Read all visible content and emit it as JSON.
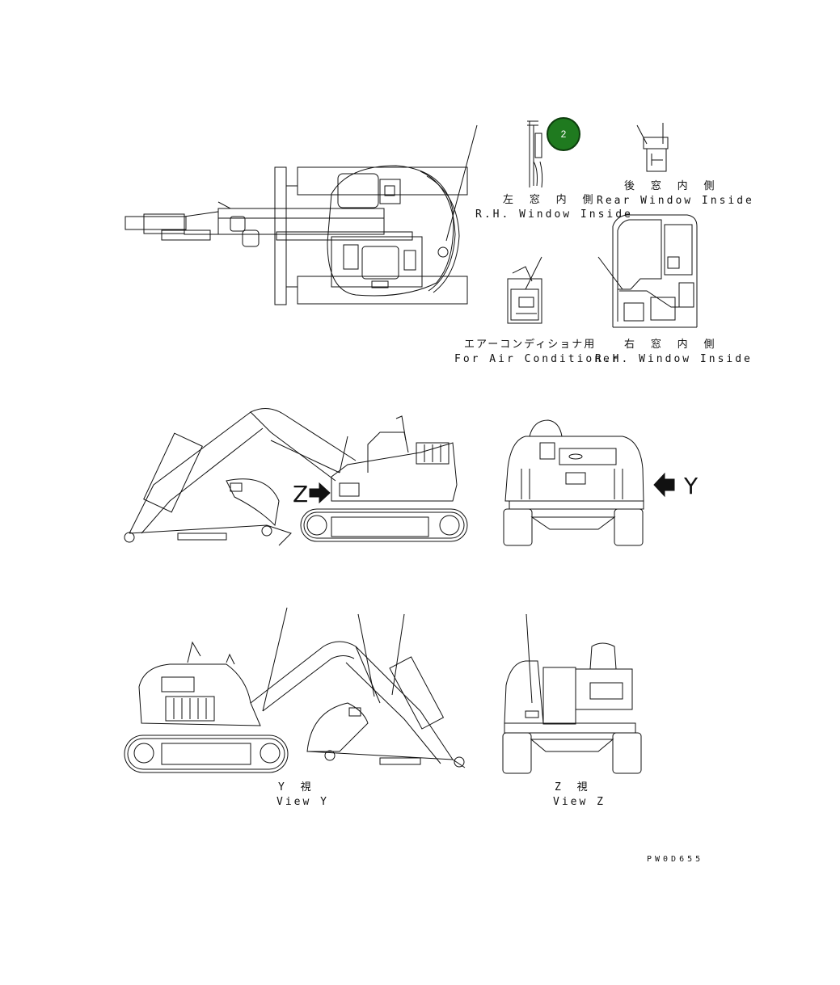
{
  "callout": {
    "number": "2",
    "color": "#1f7a1f"
  },
  "labels": {
    "lh_window_jp": "左 窓 内 側",
    "lh_window_en": "R.H. Window Inside",
    "rear_window_jp": "後 窓 内 側",
    "rear_window_en": "Rear Window Inside",
    "aircon_jp": "エアーコンディショナ用",
    "aircon_en": "For Air Conditioner",
    "rh_window_jp": "右 窓 内 側",
    "rh_window_en": "R.H. Window Inside",
    "view_y_jp": "Y 視",
    "view_y_en": "View Y",
    "view_z_jp": "Z 視",
    "view_z_en": "View Z",
    "arrow_z_letter": "Z",
    "arrow_y_letter": "Y"
  },
  "drawing_code": "PW0D655"
}
